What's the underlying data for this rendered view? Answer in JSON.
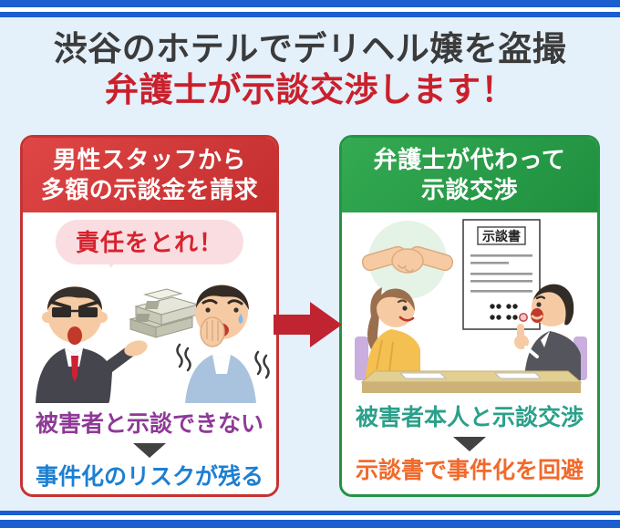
{
  "banner": {
    "title_line1": "渋谷のホテルでデリヘル嬢を盗撮",
    "title_line2": "弁護士が示談交渉します！"
  },
  "left_panel": {
    "header_line1": "男性スタッフから",
    "header_line2": "多額の示談金を請求",
    "speech_bubble": "責任をとれ！",
    "result1": "被害者と示談できない",
    "result2": "事件化のリスクが残る"
  },
  "right_panel": {
    "header_line1": "弁護士が代わって",
    "header_line2": "示談交渉",
    "document_label": "示談書",
    "result1": "被害者本人と示談交渉",
    "result2": "示談書で事件化を回避"
  },
  "colors": {
    "page_bg": "#e4f0fa",
    "stripe_blue": "#1a5ed0",
    "title_dark": "#3b3b3b",
    "title_red": "#c9202c",
    "left_header_red": "#d03636",
    "right_header_green": "#2ba04a",
    "arrow_red": "#bf2430",
    "bubble_pink": "#fadde0",
    "result_purple": "#8e3a96",
    "result_blue": "#1d7fd1",
    "result_teal": "#2aa08a",
    "result_orange": "#f06a2c"
  }
}
